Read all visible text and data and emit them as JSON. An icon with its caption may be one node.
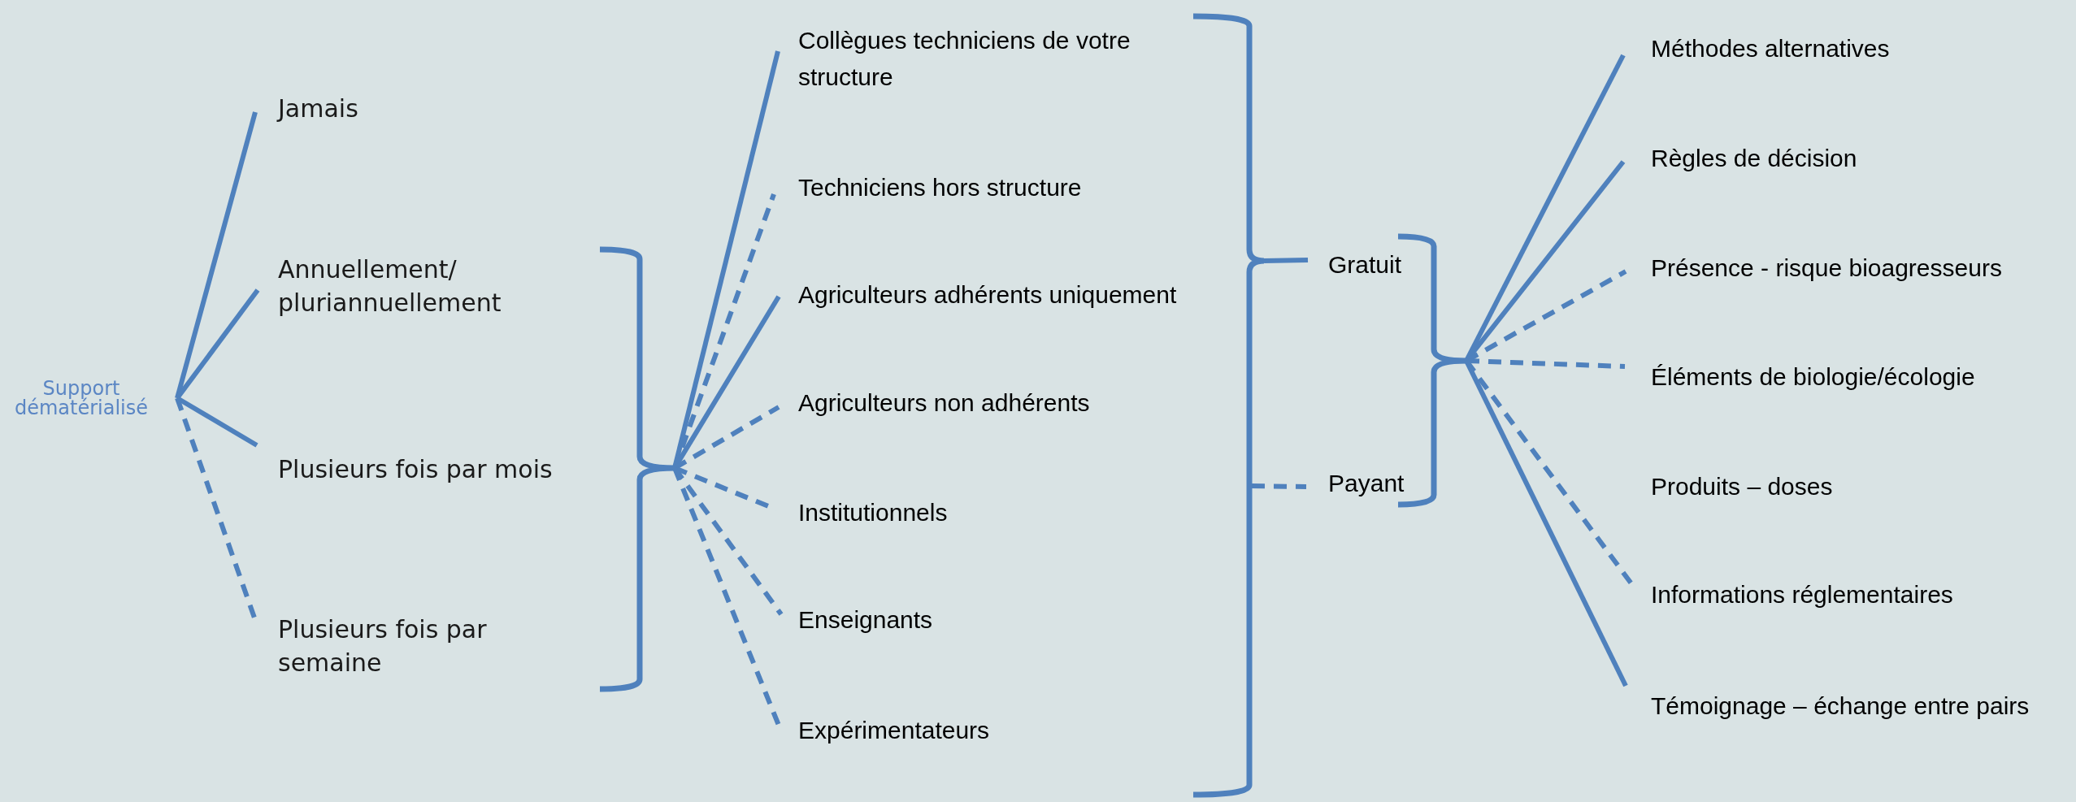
{
  "diagram": {
    "nodes": [
      {
        "text": [
          "Support dématérialisé"
        ]
      },
      {
        "text": [
          "Jamais"
        ]
      },
      {
        "text": [
          "Annuellement/ pluriannuellement"
        ]
      },
      {
        "text": [
          "Plusieurs fois par mois"
        ]
      },
      {
        "text": [
          "Plusieurs fois par semaine"
        ]
      },
      {
        "text": [],
        "shape": "brace"
      },
      {
        "text": [
          "Collègues techniciens de votre structure"
        ]
      },
      {
        "text": [
          "Techniciens hors structure"
        ]
      },
      {
        "text": [
          "Agriculteurs adhérents uniquement"
        ]
      },
      {
        "text": [
          "Agriculteurs non adhérents"
        ]
      },
      {
        "text": [
          "Institutionnels"
        ]
      },
      {
        "text": [
          "Enseignants"
        ]
      },
      {
        "text": [
          "Expérimentateurs"
        ]
      },
      {
        "text": [],
        "shape": "brace"
      },
      {
        "text": [
          "Gratuit"
        ]
      },
      {
        "text": [
          "Payant"
        ]
      },
      {
        "text": [],
        "shape": "brace"
      },
      {
        "text": [
          "Méthodes alternatives"
        ]
      },
      {
        "text": [
          "Règles de décision"
        ]
      },
      {
        "text": [
          "Présence - risque bioagresseurs"
        ]
      },
      {
        "text": [
          "Éléments de biologie/écologie"
        ]
      },
      {
        "text": [
          "Produits – doses"
        ]
      },
      {
        "text": [
          "Informations réglementaires"
        ]
      },
      {
        "text": [
          "Témoignage – échange entre pairs"
        ]
      }
    ],
    "edges": [
      {
        "from": 0,
        "to": 1,
        "arrow": "none"
      },
      {
        "from": 0,
        "to": 2,
        "arrow": "none"
      },
      {
        "from": 0,
        "to": 3,
        "arrow": "none"
      },
      {
        "from": 0,
        "to": 4,
        "arrow": "none",
        "style": "dashed"
      },
      {
        "from": 5,
        "to": 6,
        "arrow": "none"
      },
      {
        "from": 5,
        "to": 7,
        "arrow": "none",
        "style": "dashed"
      },
      {
        "from": 5,
        "to": 8,
        "arrow": "none"
      },
      {
        "from": 5,
        "to": 9,
        "arrow": "none",
        "style": "dashed"
      },
      {
        "from": 5,
        "to": 10,
        "arrow": "none",
        "style": "dashed"
      },
      {
        "from": 5,
        "to": 11,
        "arrow": "none",
        "style": "dashed"
      },
      {
        "from": 5,
        "to": 12,
        "arrow": "none",
        "style": "dashed"
      },
      {
        "from": 13,
        "to": 14,
        "arrow": "none"
      },
      {
        "from": 13,
        "to": 15,
        "arrow": "none",
        "style": "dashed"
      },
      {
        "from": 16,
        "to": 17,
        "arrow": "none"
      },
      {
        "from": 16,
        "to": 18,
        "arrow": "none"
      },
      {
        "from": 16,
        "to": 19,
        "arrow": "none",
        "style": "dashed"
      },
      {
        "from": 16,
        "to": 20,
        "arrow": "none",
        "style": "dashed"
      },
      {
        "from": 16,
        "to": 22,
        "arrow": "none",
        "style": "dashed"
      },
      {
        "from": 16,
        "to": 23,
        "arrow": "none"
      }
    ]
  }
}
